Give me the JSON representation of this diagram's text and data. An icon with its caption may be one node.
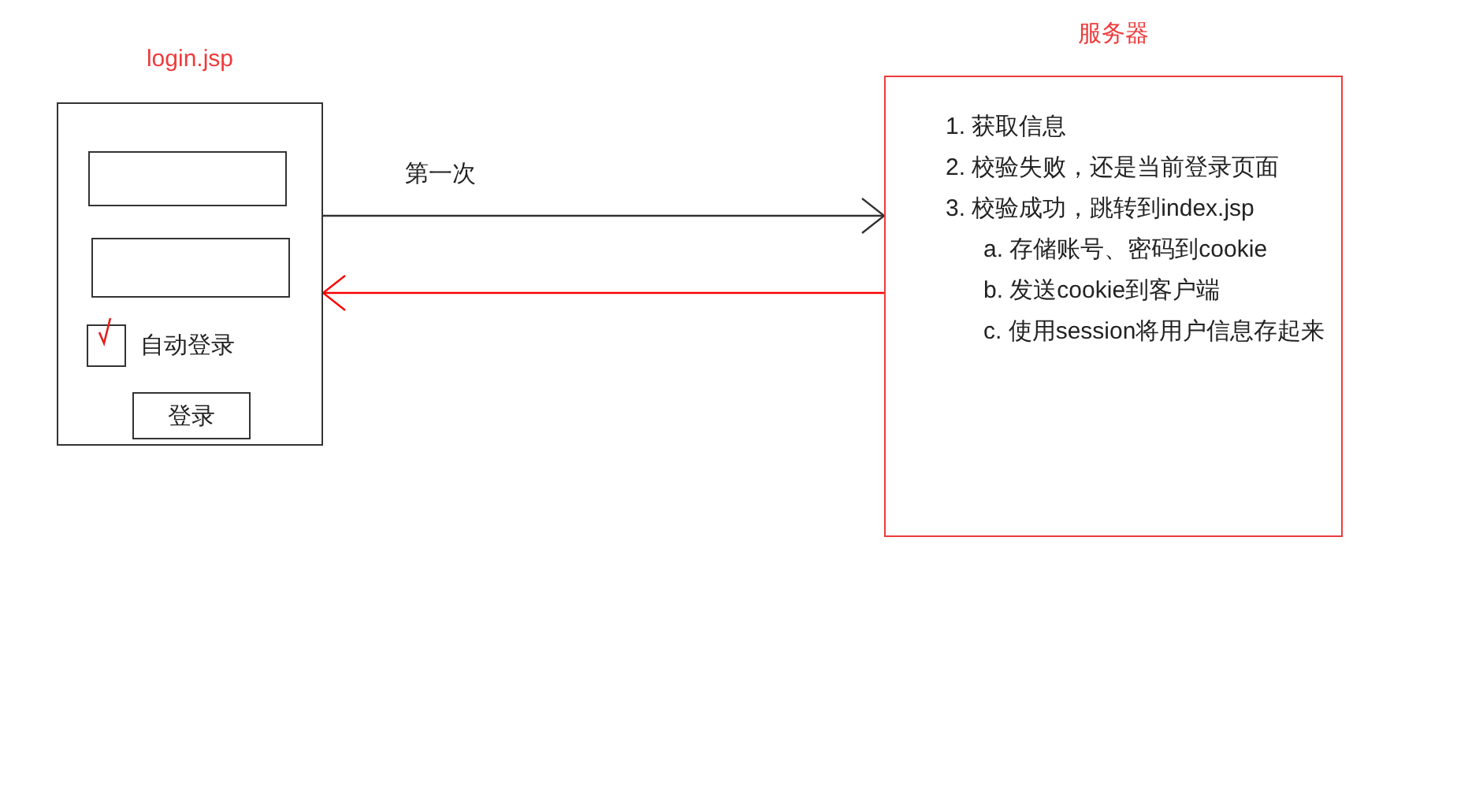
{
  "diagram": {
    "nodes": [
      {
        "text": [
          "login.jsp"
        ]
      },
      {
        "text": [],
        "shape": "box",
        "in": 0
      },
      {
        "text": [],
        "shape": "box",
        "in": 0
      },
      {
        "text": [],
        "shape": "box",
        "in": 0,
        "beside": [
          "自动登录"
        ]
      },
      {
        "text": [
          "登录"
        ],
        "in": 0
      },
      {
        "text": [
          "服务器",
          "1. 获取信息",
          "2. 校验失败，还是当前登录页面",
          "3. 校验成功，跳转到index.jsp",
          "a. 存储账号、密码到cookie",
          "b. 发送cookie到客户端",
          "c. 使用session将用户信息存起来"
        ]
      }
    ],
    "edges": [
      {
        "from": 0,
        "to": 5,
        "arrow": "to",
        "label": "第一次"
      },
      {
        "from": 5,
        "to": 0,
        "arrow": "to",
        "color": "#ff0000"
      }
    ]
  }
}
